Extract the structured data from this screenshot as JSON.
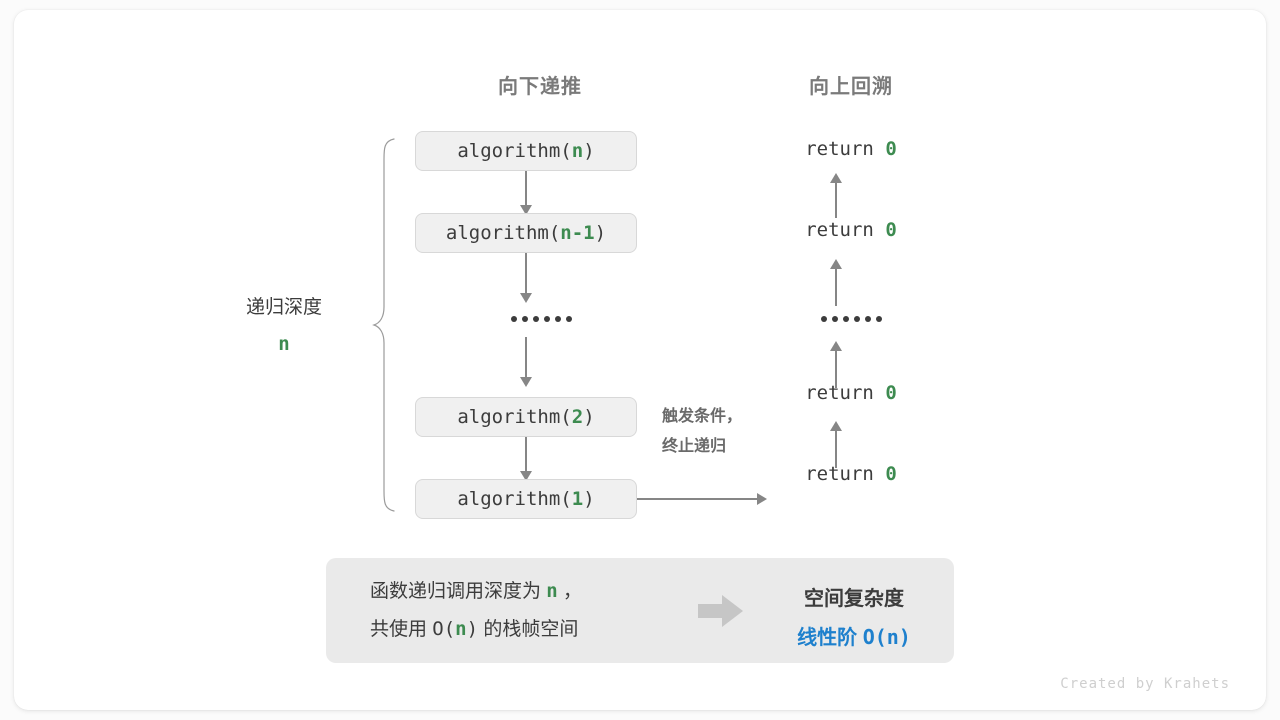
{
  "headers": {
    "left": "向下递推",
    "right": "向上回溯"
  },
  "depth_label": {
    "text": "递归深度",
    "value": "n"
  },
  "call_stack": [
    {
      "prefix": "algorithm(",
      "arg": "n",
      "suffix": ")"
    },
    {
      "prefix": "algorithm(",
      "arg": "n-1",
      "suffix": ")"
    },
    {
      "ellipsis": "••••••"
    },
    {
      "prefix": "algorithm(",
      "arg": "2",
      "suffix": ")"
    },
    {
      "prefix": "algorithm(",
      "arg": "1",
      "suffix": ")"
    }
  ],
  "returns": [
    {
      "keyword": "return",
      "value": "0"
    },
    {
      "keyword": "return",
      "value": "0"
    },
    {
      "ellipsis": "••••••"
    },
    {
      "keyword": "return",
      "value": "0"
    },
    {
      "keyword": "return",
      "value": "0"
    }
  ],
  "trigger_note": {
    "line1": "触发条件，",
    "line2": "终止递归"
  },
  "summary": {
    "left_line1_a": "函数递归调用深度为 ",
    "left_line1_n": "n",
    "left_line1_b": " ，",
    "left_line2_a": "共使用 ",
    "left_line2_o": "O(",
    "left_line2_n": "n",
    "left_line2_c": ")",
    "left_line2_b": " 的栈帧空间",
    "arrow_icon": "right-block-arrow-icon",
    "right_title": "空间复杂度",
    "right_value_label": "线性阶 ",
    "right_value_expr": "O(n)"
  },
  "footer": "Created by Krahets",
  "colors": {
    "accent_green": "#3d8b50",
    "accent_blue": "#1e80cd",
    "arrow_gray": "#868686",
    "box_fill": "#f0f0f0",
    "panel_fill": "#eaeaea"
  }
}
